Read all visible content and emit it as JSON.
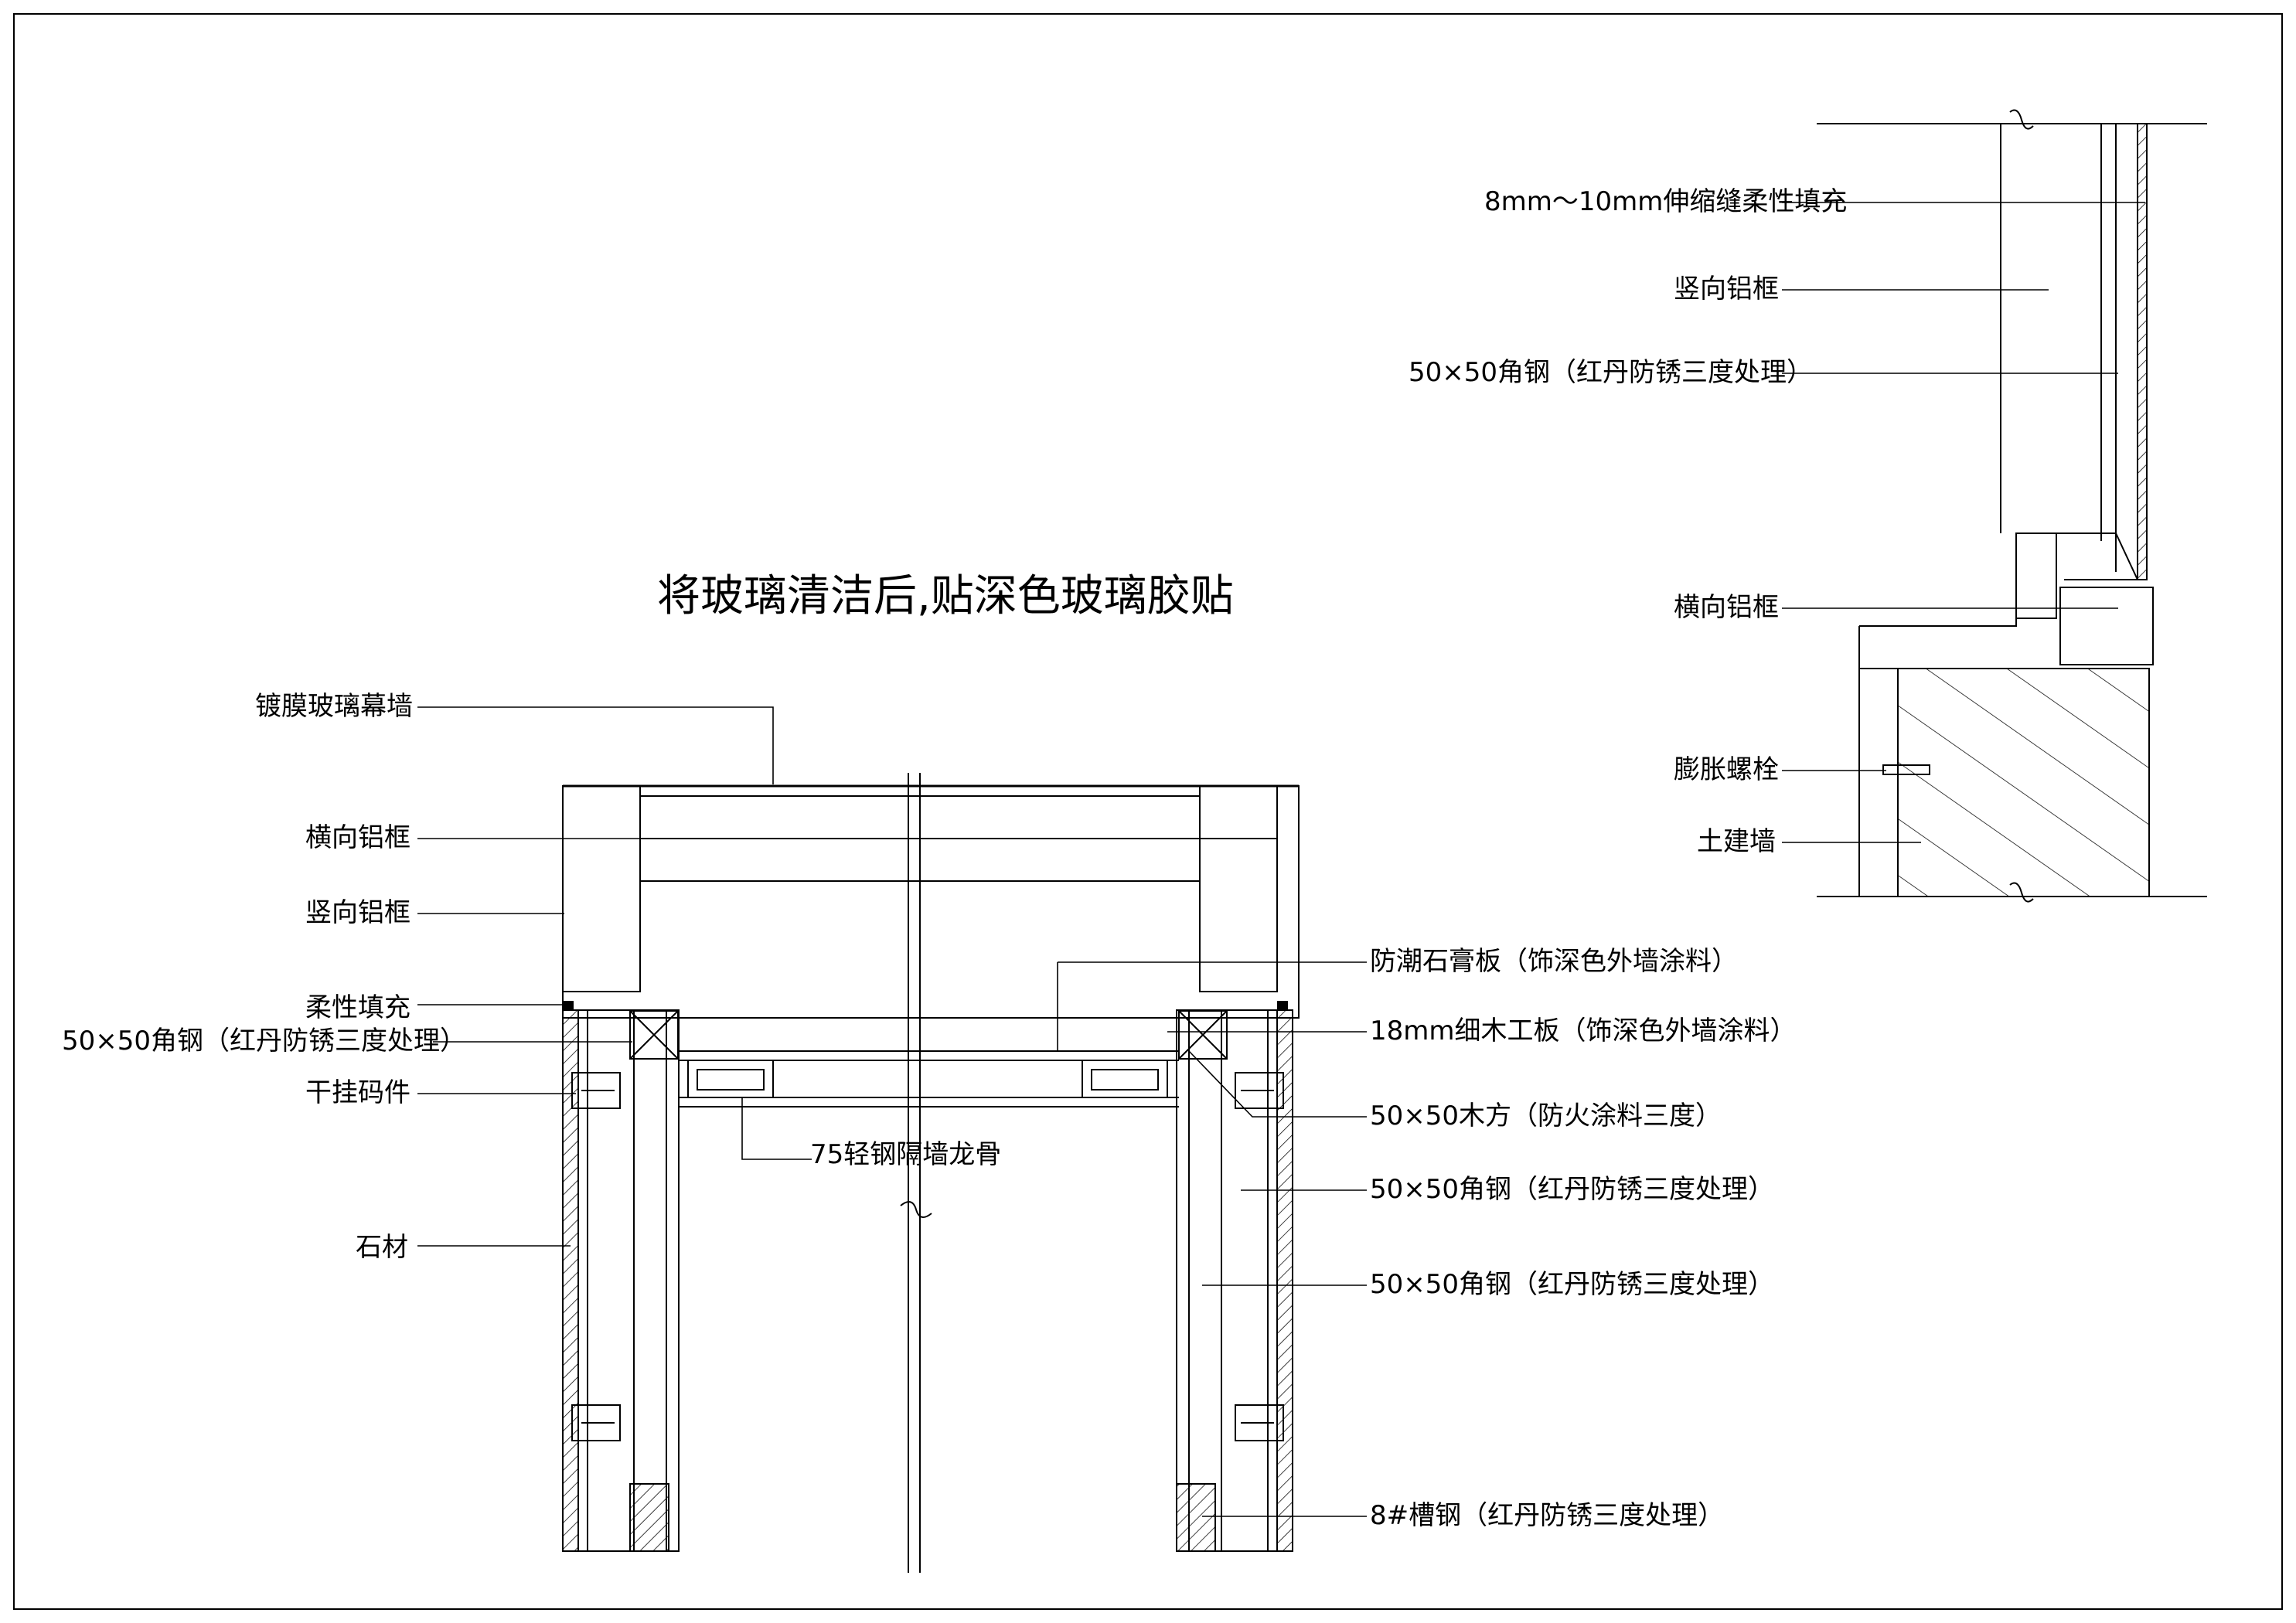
{
  "title": "将玻璃清洁后,贴深色玻璃胶贴",
  "labels": {
    "coated_glass_wall": "镀膜玻璃幕墙",
    "horizontal_frame": "横向铝框",
    "vertical_frame": "竖向铝框",
    "flexible_fill": "柔性填充",
    "angle_steel_left": "50×50角钢（红丹防锈三度处理）",
    "dry_hang_bracket": "干挂码件",
    "light_steel_keel": "75轻钢隔墙龙骨",
    "stone": "石材",
    "gypsum_board": "防潮石膏板（饰深色外墙涂料）",
    "wood_board": "18mm细木工板（饰深色外墙涂料）",
    "wood_batten": "50×50木方（防火涂料三度）",
    "angle_steel_right_1": "50×50角钢（红丹防锈三度处理）",
    "angle_steel_right_2": "50×50角钢（红丹防锈三度处理）",
    "channel_steel": "8#槽钢（红丹防锈三度处理）",
    "d_expansion_joint": "8mm～10mm伸缩缝柔性填充",
    "d_vertical_frame": "竖向铝框",
    "d_angle_steel": "50×50角钢（红丹防锈三度处理）",
    "d_horizontal_frame": "横向铝框",
    "d_expansion_bolt": "膨胀螺栓",
    "d_civil_wall": "土建墙"
  }
}
